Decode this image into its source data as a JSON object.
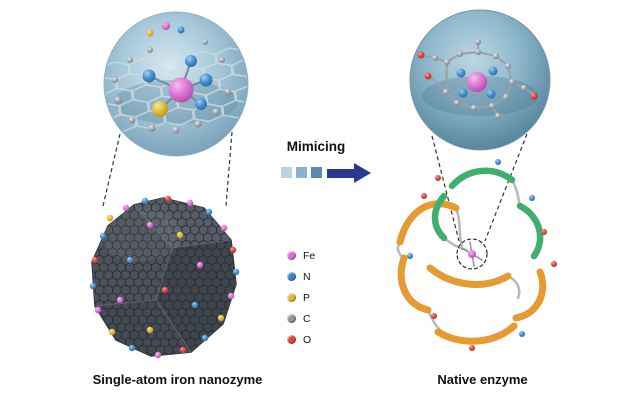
{
  "figure": {
    "mimic_label": "Mimicing",
    "left_caption": "Single-atom iron nanozyme",
    "right_caption": "Native enzyme"
  },
  "legend": {
    "items": [
      {
        "label": "Fe",
        "color": "#da6ed6"
      },
      {
        "label": "N",
        "color": "#3d87cb"
      },
      {
        "label": "P",
        "color": "#e2b93c"
      },
      {
        "label": "C",
        "color": "#90959a"
      },
      {
        "label": "O",
        "color": "#e04741"
      }
    ]
  },
  "arrow": {
    "color": "#2b3990",
    "gradient_squares": [
      "#b9d3e6",
      "#8ab1d0",
      "#5b87b2"
    ]
  },
  "palette": {
    "inset_blue": "#9dc2d8",
    "nanoparticle_gray": "#4a5058",
    "ribbon_orange": "#e59a32",
    "ribbon_green": "#3fae6e"
  }
}
